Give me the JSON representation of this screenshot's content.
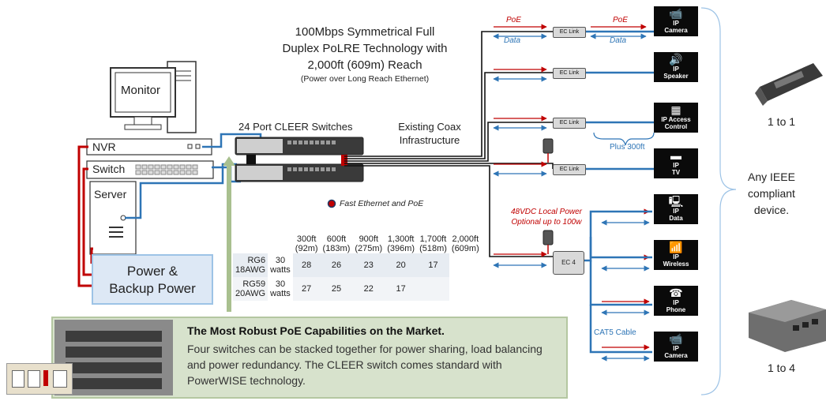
{
  "heading": {
    "line1": "100Mbps Symmetrical Full",
    "line2": "Duplex PoLRE Technology with",
    "line3": "2,000ft (609m) Reach",
    "sub": "(Power over Long Reach Ethernet)"
  },
  "left": {
    "monitor": "Monitor",
    "nvr": "NVR",
    "switch": "Switch",
    "server": "Server",
    "power_line1": "Power &",
    "power_line2": "Backup Power"
  },
  "center": {
    "switches_label": "24 Port CLEER Switches",
    "coax_line1": "Existing Coax",
    "coax_line2": "Infrastructure",
    "legend": "Fast Ethernet and PoE",
    "local_power_line1": "48VDC Local Power",
    "local_power_line2": "Optional up to 100w",
    "plus": "Plus 300ft",
    "cat5": "CAT5 Cable",
    "poe": "PoE",
    "data": "Data",
    "eclink": "EC Link",
    "ec4": "EC 4"
  },
  "devices": [
    {
      "icon": "cctv-camera",
      "glyph": "📹",
      "l1": "IP",
      "l2": "Camera"
    },
    {
      "icon": "speaker",
      "glyph": "🔊",
      "l1": "IP",
      "l2": "Speaker"
    },
    {
      "icon": "keypad",
      "glyph": "▦",
      "l1": "IP Access",
      "l2": "Control"
    },
    {
      "icon": "tv",
      "glyph": "▬",
      "l1": "IP",
      "l2": "TV"
    },
    {
      "icon": "computer",
      "glyph": "🖳",
      "l1": "IP",
      "l2": "Data"
    },
    {
      "icon": "router",
      "glyph": "📶",
      "l1": "IP",
      "l2": "Wireless"
    },
    {
      "icon": "phone",
      "glyph": "☎",
      "l1": "IP",
      "l2": "Phone"
    },
    {
      "icon": "cctv-camera",
      "glyph": "📹",
      "l1": "IP",
      "l2": "Camera"
    }
  ],
  "right": {
    "one_to_one": "1 to 1",
    "one_to_four": "1 to 4",
    "any_line1": "Any IEEE",
    "any_line2": "compliant",
    "any_line3": "device."
  },
  "table": {
    "headers": [
      {
        "a": "300ft",
        "b": "(92m)"
      },
      {
        "a": "600ft",
        "b": "(183m)"
      },
      {
        "a": "900ft",
        "b": "(275m)"
      },
      {
        "a": "1,300ft",
        "b": "(396m)"
      },
      {
        "a": "1,700ft",
        "b": "(518m)"
      },
      {
        "a": "2,000ft",
        "b": "(609m)"
      }
    ],
    "rows": [
      {
        "l1": "RG6",
        "l2": "18AWG",
        "first1": "30",
        "first2": "watts",
        "vals": [
          "28",
          "26",
          "23",
          "20",
          "17"
        ]
      },
      {
        "l1": "RG59",
        "l2": "20AWG",
        "first1": "30",
        "first2": "watts",
        "vals": [
          "27",
          "25",
          "22",
          "17",
          ""
        ]
      }
    ]
  },
  "callout": {
    "title": "The Most Robust PoE Capabilities on the Market.",
    "body": "Four switches can be stacked together for power sharing, load balancing and power redundancy.  The CLEER switch comes standard with PowerWISE technology."
  },
  "colors": {
    "poe": "#c00000",
    "data": "#2e75b6",
    "coax": "#111111"
  }
}
